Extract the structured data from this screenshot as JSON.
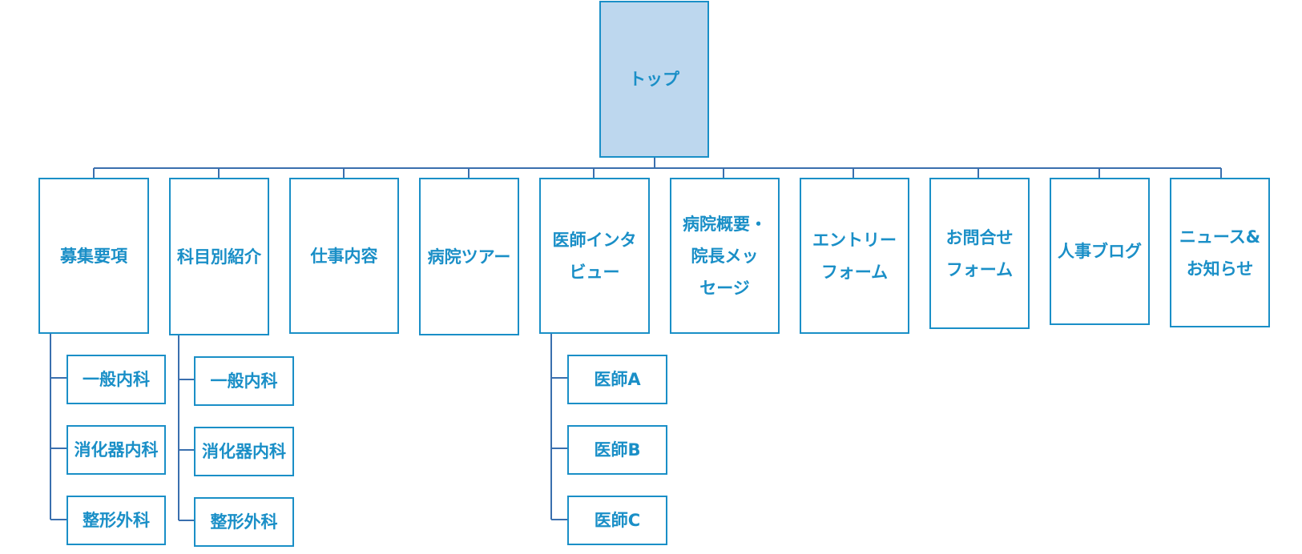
{
  "colors": {
    "stroke": "#1a8fc7",
    "line": "#3a6fae",
    "root_fill": "#bdd7ee",
    "text": "#1a8fc7"
  },
  "root": {
    "label": "トップ"
  },
  "sections": [
    {
      "label": "募集要項",
      "children": [
        "一般内科",
        "消化器内科",
        "整形外科"
      ]
    },
    {
      "label": "科目別紹介",
      "children": [
        "一般内科",
        "消化器内科",
        "整形外科"
      ]
    },
    {
      "label": "仕事内容"
    },
    {
      "label": "病院ツアー"
    },
    {
      "label": "医師インタ\nビュー",
      "children": [
        "医師A",
        "医師B",
        "医師C"
      ]
    },
    {
      "label": "病院概要・\n院長メッ\nセージ"
    },
    {
      "label": "エントリー\nフォーム"
    },
    {
      "label": "お問合せ\nフォーム"
    },
    {
      "label": "人事ブログ"
    },
    {
      "label": "ニュース&\nお知らせ"
    }
  ]
}
